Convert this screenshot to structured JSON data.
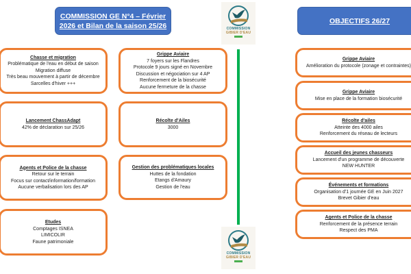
{
  "headers": {
    "left": [
      "COMMISSION GE N°4 – Février",
      "2026 et Bilan de la saison 25/26"
    ],
    "right": "OBJECTIFS 26/27"
  },
  "logo": {
    "line1": "COMMISSION",
    "line2": "GIBIER D'EAU"
  },
  "bilan": {
    "left_column": [
      {
        "title": "Chasse et migration",
        "lines": [
          "Problématique de l'eau en début de saison",
          "Migration diffuse",
          "Très beau mouvement à partir de décembre",
          "Sarcelles d'hiver +++"
        ]
      },
      {
        "title": "Lancement ChassAdapt",
        "lines": [
          "42% de déclaration sur 25/26"
        ]
      },
      {
        "title": "Agents et Police de la chasse",
        "lines": [
          "Retour sur le terrain",
          "Focus sur contact/information/formation",
          "Aucune verbalisation lors des AP"
        ]
      },
      {
        "title": "Etudes",
        "lines": [
          "Comptages ISNEA",
          "LIMICOLIR",
          "Faune patrimoniale"
        ]
      }
    ],
    "middle_column": [
      {
        "title": "Grippe Aviaire",
        "lines": [
          "7 foyers sur les Flandres",
          "Protocole 9 jours signé en Novembre",
          "Discussion et négociation sur 4 AP",
          "Renforcement de la biosécurité",
          "Aucune fermeture de la chasse"
        ]
      },
      {
        "title": "Récolte d'Ailes",
        "lines": [
          "3000"
        ]
      },
      {
        "title": "Gestion des problématiques locales",
        "lines": [
          "Huttes de la fondation",
          "Etangs d'Amaury",
          "Gestion de l'eau"
        ]
      }
    ]
  },
  "objectifs": [
    {
      "title": "Grippe Aviaire",
      "lines": [
        "Amélioration du protocole (zonage et contraintes)"
      ]
    },
    {
      "title": "Grippe Aviaire",
      "lines": [
        "Mise en place de la formation biosécurité"
      ]
    },
    {
      "title": "Récolte d'ailes",
      "lines": [
        "Atteinte des 4000 ailes",
        "Renforcement du réseau de lecteurs"
      ]
    },
    {
      "title": "Accueil des jeunes chasseurs",
      "lines": [
        "Lancement d'un programme de découverte",
        "NEW HUNTER"
      ]
    },
    {
      "title": "Événements et formations",
      "lines": [
        "Organisation d'1 journée GE en Juin 2027",
        "Brevet Gibier d'eau"
      ]
    },
    {
      "title": "Agents et Police de la chasse",
      "lines": [
        "Renforcement de la présence terrain",
        "Respect des PMA"
      ]
    }
  ],
  "colors": {
    "header_blue": "#4472c4",
    "box_orange": "#ed7d31",
    "divider_green": "#00b050"
  }
}
